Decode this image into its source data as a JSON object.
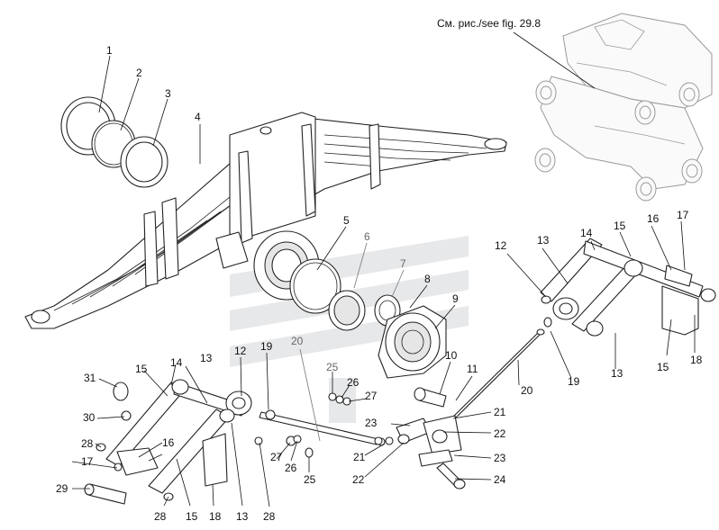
{
  "reference_note": "См. рис./see fig. 29.8",
  "callouts": {
    "c1": "1",
    "c2": "2",
    "c3": "3",
    "c4": "4",
    "c5": "5",
    "c6": "6",
    "c7": "7",
    "c8": "8",
    "c9": "9",
    "c10": "10",
    "c11": "11",
    "c12a": "12",
    "c12b": "12",
    "c13a": "13",
    "c13b": "13",
    "c13c": "13",
    "c13d": "13",
    "c14a": "14",
    "c14b": "14",
    "c15a": "15",
    "c15b": "15",
    "c15c": "15",
    "c15d": "15",
    "c16a": "16",
    "c16b": "16",
    "c17a": "17",
    "c17b": "17",
    "c18a": "18",
    "c18b": "18",
    "c19a": "19",
    "c19b": "19",
    "c20a": "20",
    "c20b": "20",
    "c21a": "21",
    "c21b": "21",
    "c22a": "22",
    "c22b": "22",
    "c23a": "23",
    "c23b": "23",
    "c24": "24",
    "c25a": "25",
    "c25b": "25",
    "c26a": "26",
    "c26b": "26",
    "c27a": "27",
    "c27b": "27",
    "c28a": "28",
    "c28b": "28",
    "c28c": "28",
    "c29": "29",
    "c30": "30",
    "c31": "31"
  },
  "colors": {
    "line": "#222222",
    "ghost": "#9a9a9a",
    "watermark": "#c9ccd0"
  }
}
